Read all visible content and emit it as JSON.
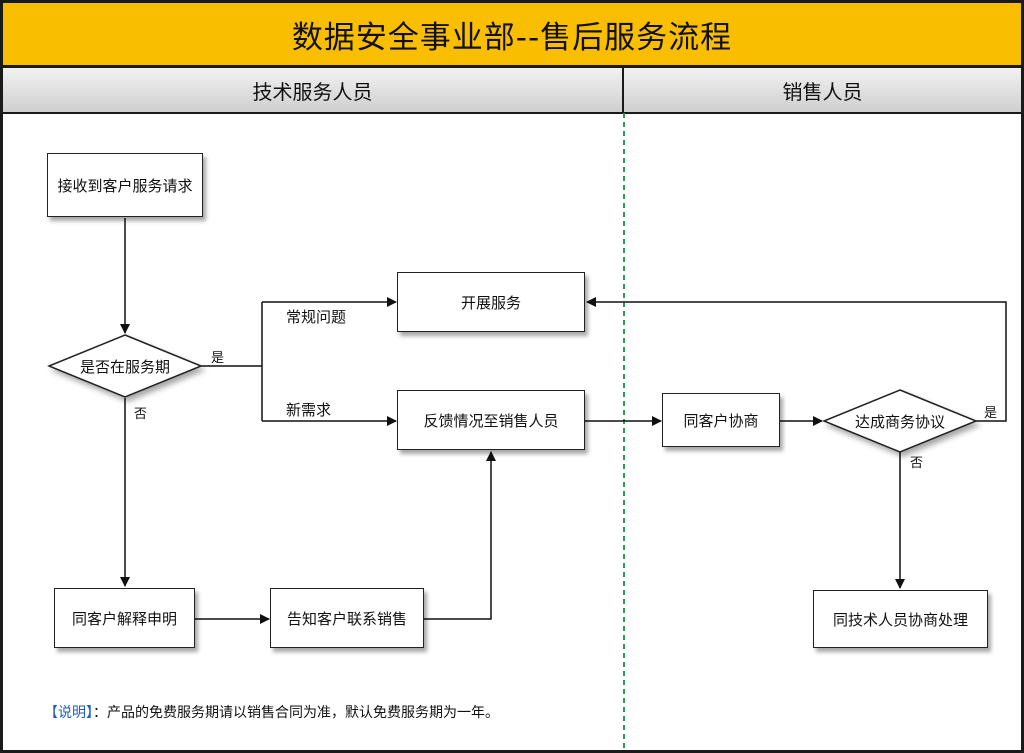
{
  "title": "数据安全事业部--售后服务流程",
  "lanes": {
    "tech": "技术服务人员",
    "sales": "销售人员"
  },
  "nodes": {
    "receive": "接收到客户服务请求",
    "in_service": "是否在服务期",
    "start_service": "开展服务",
    "feedback": "反馈情况至销售人员",
    "negotiate": "同客户协商",
    "agreement": "达成商务协议",
    "explain": "同客户解释申明",
    "notify": "告知客户联系销售",
    "cooperate": "同技术人员协商处理"
  },
  "edge_labels": {
    "in_service_yes": "是",
    "in_service_no": "否",
    "routine": "常规问题",
    "new_demand": "新需求",
    "agreement_yes": "是",
    "agreement_no": "否"
  },
  "note": {
    "prefix": "【说明】",
    "text": "：产品的免费服务期请以销售合同为准，默认免费服务期为一年。"
  },
  "colors": {
    "title_bg": "#f9be00",
    "lane_divider": "#2e9a52",
    "note_prefix": "#1f5fb8"
  }
}
